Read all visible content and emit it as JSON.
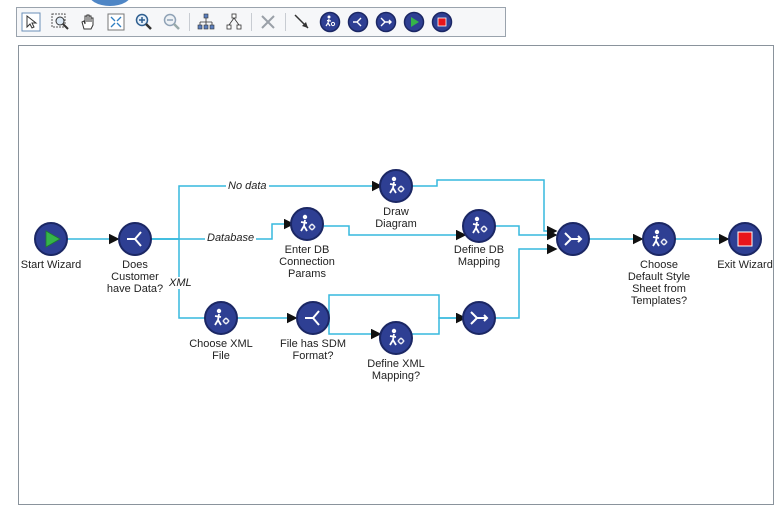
{
  "toolbar": {
    "tools": [
      {
        "icon": "select-arrow-icon"
      },
      {
        "icon": "marquee-zoom-icon"
      },
      {
        "icon": "pan-hand-icon"
      },
      {
        "icon": "fit-to-window-icon"
      },
      {
        "icon": "zoom-in-icon"
      },
      {
        "icon": "zoom-out-icon"
      },
      {
        "icon": "layout-tree-icon"
      },
      {
        "icon": "layout-hierarchy-icon"
      },
      {
        "icon": "delete-icon"
      },
      {
        "icon": "connector-icon"
      },
      {
        "icon": "activity-node-icon"
      },
      {
        "icon": "decision-node-icon"
      },
      {
        "icon": "merge-node-icon"
      },
      {
        "icon": "start-node-icon"
      },
      {
        "icon": "end-node-icon"
      }
    ]
  },
  "colors": {
    "node_fill": "#2e3f93",
    "node_ring": "#1b2764",
    "edge": "#37b9de",
    "start_play": "#35b449",
    "stop_square": "#e8151b"
  },
  "diagram": {
    "nodes": {
      "start": {
        "label": "Start Wizard",
        "type": "start"
      },
      "decision": {
        "label": "Does\nCustomer\nhave Data?",
        "type": "decision"
      },
      "draw": {
        "label": "Draw\nDiagram",
        "type": "activity"
      },
      "enter_db": {
        "label": "Enter DB\nConnection\nParams",
        "type": "activity"
      },
      "define_db": {
        "label": "Define DB\nMapping",
        "type": "activity"
      },
      "choose_xml": {
        "label": "Choose XML\nFile",
        "type": "activity"
      },
      "sdm_decision": {
        "label": "File has SDM\nFormat?",
        "type": "decision"
      },
      "define_xml": {
        "label": "Define XML\nMapping?",
        "type": "activity"
      },
      "merge_xml": {
        "label": "",
        "type": "merge"
      },
      "merge_main": {
        "label": "",
        "type": "merge"
      },
      "choose_style": {
        "label": "Choose\nDefault Style\nSheet from\nTemplates?",
        "type": "activity"
      },
      "exit": {
        "label": "Exit Wizard",
        "type": "end"
      }
    },
    "edge_labels": {
      "no_data": "No data",
      "database": "Database",
      "xml": "XML"
    }
  }
}
